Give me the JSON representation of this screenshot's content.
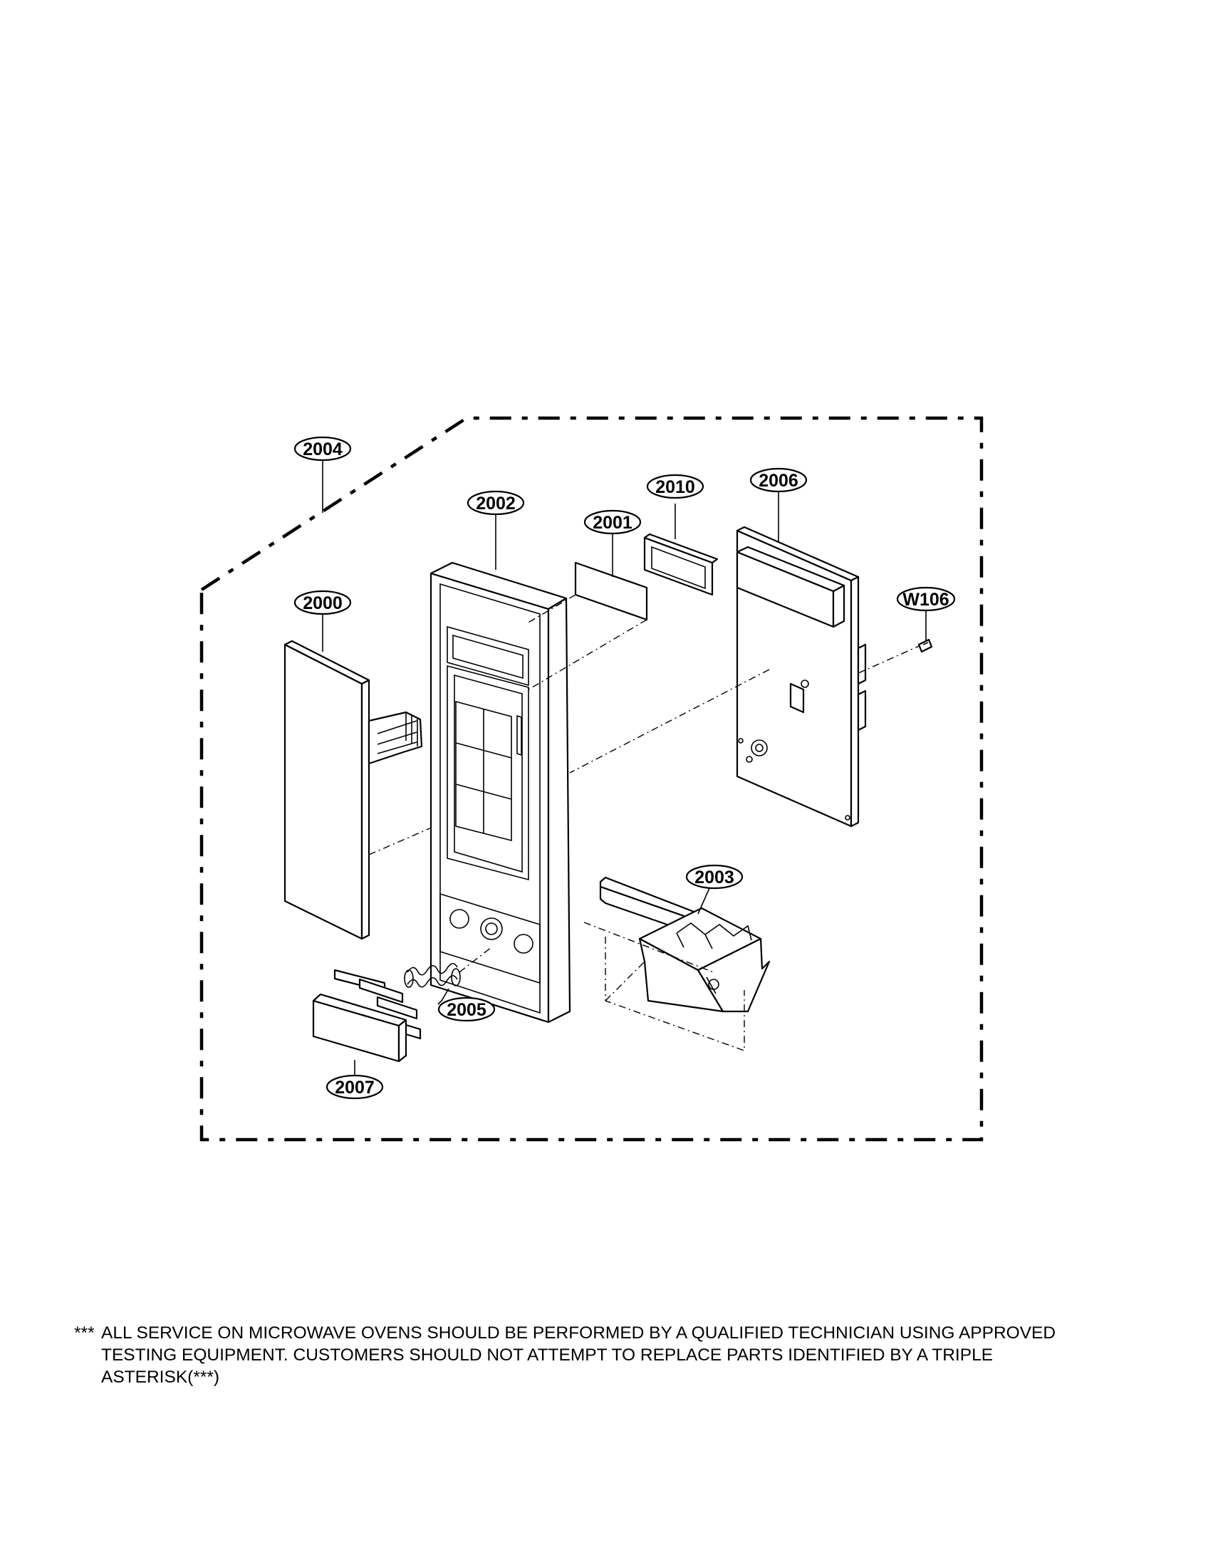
{
  "diagram": {
    "callouts": [
      {
        "id": "c2004",
        "label": "2004"
      },
      {
        "id": "c2002",
        "label": "2002"
      },
      {
        "id": "c2010",
        "label": "2010"
      },
      {
        "id": "c2006",
        "label": "2006"
      },
      {
        "id": "c2001",
        "label": "2001"
      },
      {
        "id": "c2000",
        "label": "2000"
      },
      {
        "id": "cW106",
        "label": "W106"
      },
      {
        "id": "c2003",
        "label": "2003"
      },
      {
        "id": "c2005",
        "label": "2005"
      },
      {
        "id": "c2007",
        "label": "2007"
      }
    ]
  },
  "note": {
    "marker": "***",
    "text": "ALL SERVICE ON MICROWAVE OVENS SHOULD BE PERFORMED BY A QUALIFIED TECHNICIAN USING APPROVED TESTING EQUIPMENT. CUSTOMERS SHOULD NOT ATTEMPT TO REPLACE PARTS IDENTIFIED BY A TRIPLE ASTERISK(***)"
  }
}
